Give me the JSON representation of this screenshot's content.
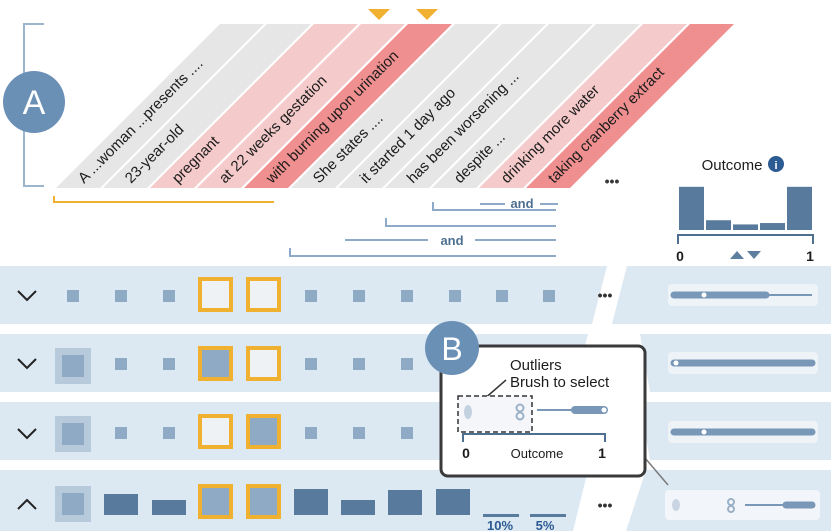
{
  "section_labels": {
    "a": "A",
    "b": "B"
  },
  "tokens": [
    {
      "text": "A ...woman ...presents ....",
      "tint": "none"
    },
    {
      "text": "23-year-old",
      "tint": "none"
    },
    {
      "text": "pregnant",
      "tint": "light"
    },
    {
      "text": "at 22 weeks gestation",
      "tint": "light"
    },
    {
      "text": "with burning upon urination",
      "tint": "strong"
    },
    {
      "text": "She states ....",
      "tint": "none"
    },
    {
      "text": "it started 1 day ago",
      "tint": "none"
    },
    {
      "text": "has been worsening ...",
      "tint": "none"
    },
    {
      "text": "despite ...",
      "tint": "none"
    },
    {
      "text": "drinking more water",
      "tint": "light"
    },
    {
      "text": "taking cranberry extract",
      "tint": "strong"
    }
  ],
  "ellipsis": "•••",
  "conjunction": "and",
  "outcome": {
    "title": "Outcome",
    "info_icon": "i",
    "axis_min": "0",
    "axis_max": "1",
    "histogram": [
      0.62,
      0.14,
      0.08,
      0.1,
      0.62
    ]
  },
  "rows": [
    {
      "expanded": false,
      "chevron": "chevron-down-icon"
    },
    {
      "expanded": false,
      "chevron": "chevron-down-icon"
    },
    {
      "expanded": false,
      "chevron": "chevron-down-icon"
    },
    {
      "expanded": true,
      "chevron": "chevron-up-icon"
    }
  ],
  "percent_labels": [
    "10%",
    "5%"
  ],
  "callout": {
    "line1": "Outliers",
    "line2": "Brush to select",
    "axis_min": "0",
    "axis_label": "Outcome",
    "axis_max": "1"
  },
  "colors": {
    "highlight": "#f0b030",
    "row_bg": "#dce8f2",
    "token_gray": "#e6e6e6",
    "token_light": "#f5caca",
    "token_strong": "#ef8f8f",
    "accent": "#4e6f90",
    "badge": "#6b90b6"
  }
}
